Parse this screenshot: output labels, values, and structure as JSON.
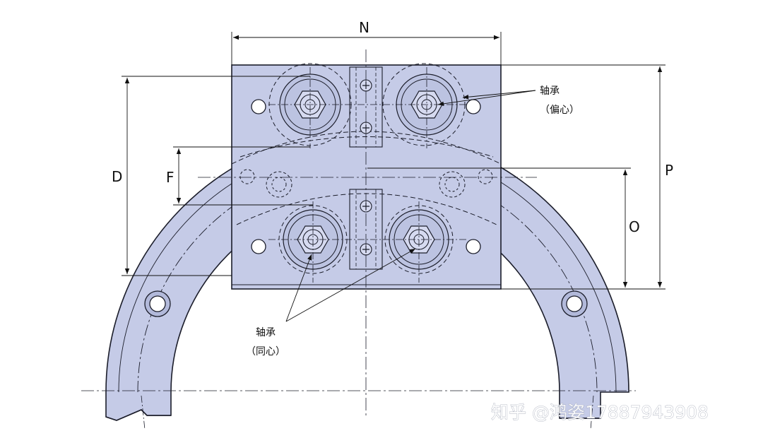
{
  "dimensions": {
    "n": "N",
    "d": "D",
    "f": "F",
    "p": "P",
    "o": "O"
  },
  "callouts": {
    "eccentric_label": "轴承",
    "eccentric_sub": "（偏心）",
    "concentric_label": "轴承",
    "concentric_sub": "（同心）"
  },
  "watermark": "知乎 @鸿姿17887943908",
  "colors": {
    "part_fill": "#c5cbe7",
    "part_fill_dark": "#b2b9da",
    "outline": "#1b1d2a",
    "background": "#ffffff"
  }
}
